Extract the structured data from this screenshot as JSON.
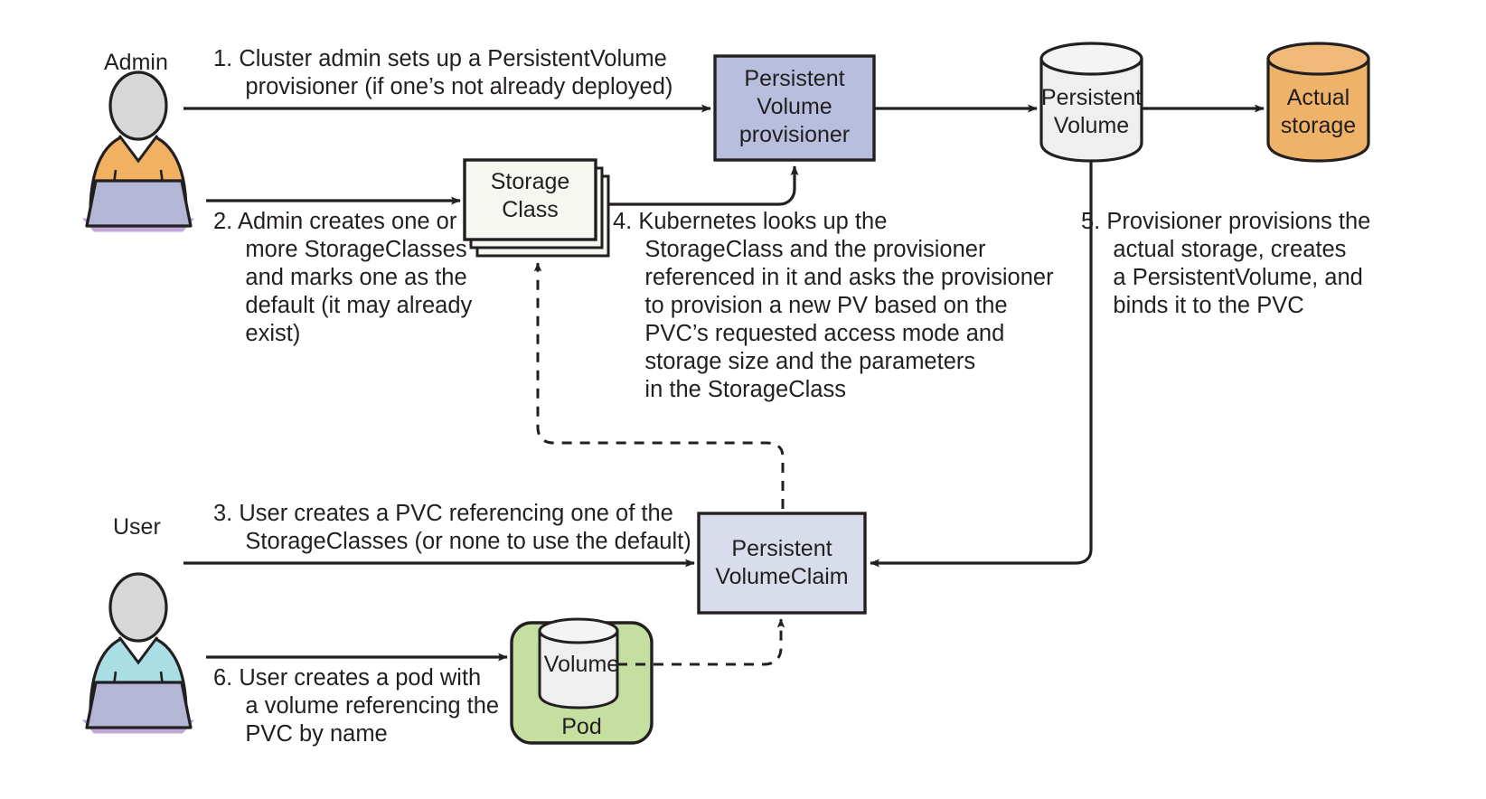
{
  "diagram": {
    "title": "Kubernetes dynamic PersistentVolume provisioning flow",
    "colors": {
      "provisioner_fill": "#b8bedd",
      "pvc_fill": "#d9dcea",
      "storageclass_fill": "#f7f7f2",
      "pv_fill": "#efefef",
      "actual_storage_fill": "#efb269",
      "pod_fill": "#c5dfa0",
      "volume_fill": "#efefef",
      "admin_body": "#f2b061",
      "user_body": "#a9dee5",
      "head": "#d7d7d7",
      "laptop": "#b3b6d4",
      "laptop_base": "#c0a8d8",
      "stroke": "#231f20",
      "background": "#ffffff"
    },
    "actors": [
      {
        "name": "Admin",
        "label": "Admin"
      },
      {
        "name": "User",
        "label": "User"
      }
    ],
    "nodes": [
      {
        "id": "storage-class",
        "label": "Storage\nClass",
        "shape": "stacked-box"
      },
      {
        "id": "pv-provisioner",
        "label": "Persistent\nVolume\nprovisioner",
        "shape": "box"
      },
      {
        "id": "persistent-volume",
        "label": "Persistent\nVolume",
        "shape": "cylinder"
      },
      {
        "id": "actual-storage",
        "label": "Actual\nstorage",
        "shape": "cylinder"
      },
      {
        "id": "persistent-volume-claim",
        "label": "Persistent\nVolumeClaim",
        "shape": "box"
      },
      {
        "id": "pod",
        "label": "Pod",
        "shape": "rounded-box"
      },
      {
        "id": "volume",
        "label": "Volume",
        "shape": "cylinder"
      }
    ],
    "steps": [
      {
        "number": "1.",
        "lines": [
          "1. Cluster admin sets up a PersistentVolume",
          "    provisioner (if one’s not already deployed)"
        ]
      },
      {
        "number": "2.",
        "lines": [
          "2. Admin creates one or",
          "    more StorageClasses",
          "    and marks one as the",
          "    default (it may already",
          "    exist)"
        ]
      },
      {
        "number": "3.",
        "lines": [
          "3. User creates a PVC referencing one of the",
          "    StorageClasses (or none to use the default)"
        ]
      },
      {
        "number": "4.",
        "lines": [
          "4. Kubernetes looks up the",
          "    StorageClass and the provisioner",
          "    referenced in it and asks the provisioner",
          "    to provision a new PV based on the",
          "    PVC’s requested access mode and",
          "    storage size and the parameters",
          "    in the StorageClass"
        ]
      },
      {
        "number": "5.",
        "lines": [
          "5. Provisioner provisions the",
          "    actual storage, creates",
          "    a PersistentVolume, and",
          "    binds it to the PVC"
        ]
      },
      {
        "number": "6.",
        "lines": [
          "6. User creates a pod with",
          "    a volume referencing the",
          "    PVC by name"
        ]
      }
    ],
    "step_text": {
      "s1": "1. Cluster admin sets up a PersistentVolume\n     provisioner (if one’s not already deployed)",
      "s2": "2. Admin creates one or\n     more StorageClasses\n     and marks one as the\n     default (it may already\n     exist)",
      "s3": "3. User creates a PVC referencing one of the\n     StorageClasses (or none to use the default)",
      "s4": "4. Kubernetes looks up the\n     StorageClass and the provisioner\n     referenced in it and asks the provisioner\n     to provision a new PV based on the\n     PVC’s requested access mode and\n     storage size and the parameters\n     in the StorageClass",
      "s5": "5. Provisioner provisions the\n     actual storage, creates\n     a PersistentVolume, and\n     binds it to the PVC",
      "s6": "6. User creates a pod with\n     a volume referencing the\n     PVC by name"
    },
    "labels": {
      "admin": "Admin",
      "user": "User",
      "storage_class": "Storage\nClass",
      "storage_class_l1": "Storage",
      "storage_class_l2": "Class",
      "pv_provisioner_l1": "Persistent",
      "pv_provisioner_l2": "Volume",
      "pv_provisioner_l3": "provisioner",
      "persistent_volume_l1": "Persistent",
      "persistent_volume_l2": "Volume",
      "actual_storage_l1": "Actual",
      "actual_storage_l2": "storage",
      "pvc_l1": "Persistent",
      "pvc_l2": "VolumeClaim",
      "volume": "Volume",
      "pod": "Pod"
    }
  }
}
